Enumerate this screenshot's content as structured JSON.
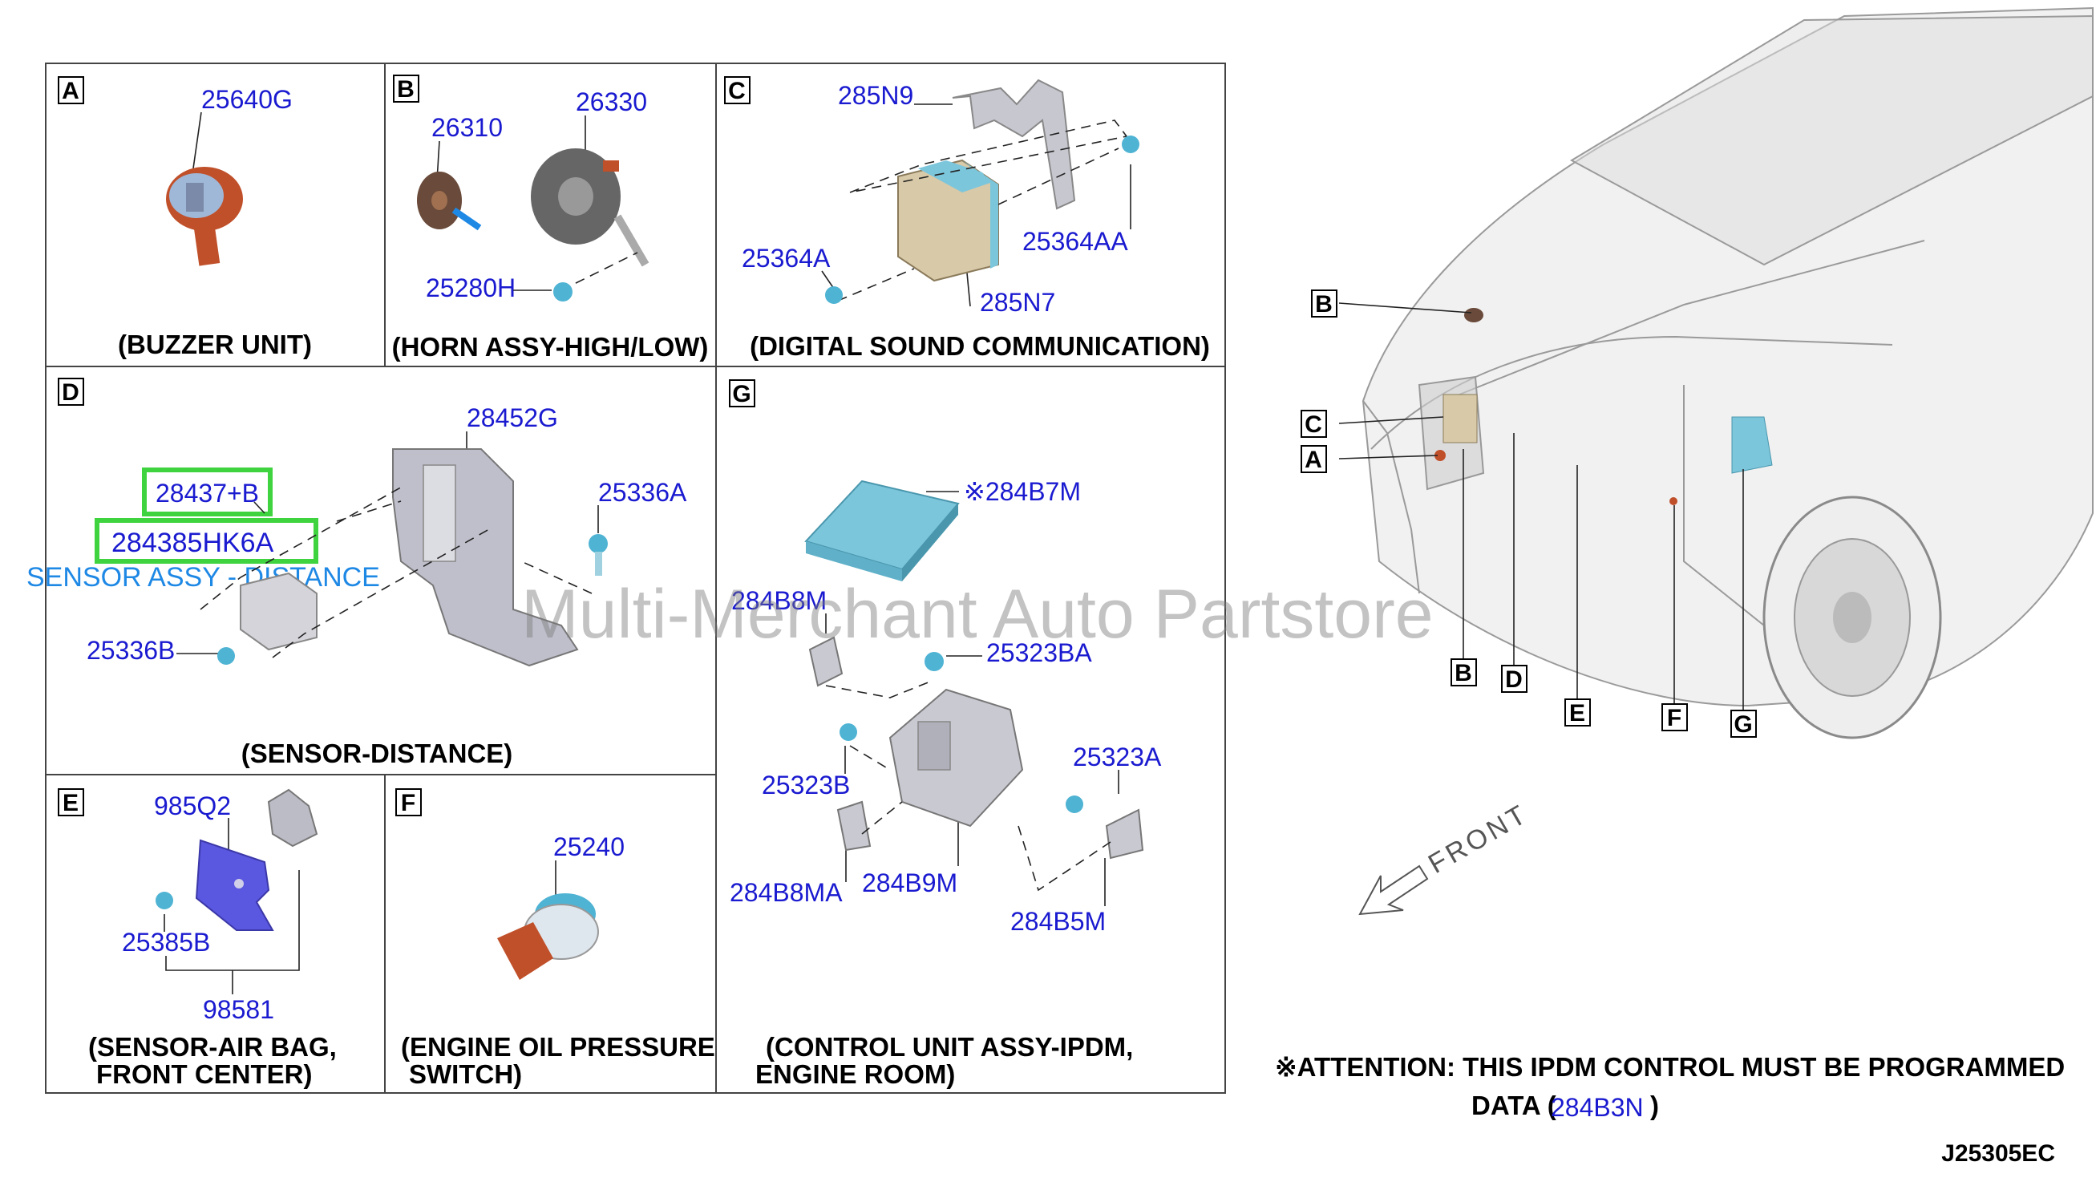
{
  "panels": {
    "A": {
      "letter": "A",
      "caption": "(BUZZER UNIT)",
      "parts": [
        "25640G"
      ]
    },
    "B": {
      "letter": "B",
      "caption": "(HORN ASSY-HIGH/LOW)",
      "parts": [
        "26310",
        "26330",
        "25280H"
      ]
    },
    "C": {
      "letter": "C",
      "caption": "(DIGITAL SOUND COMMUNICATION)",
      "parts": [
        "285N9",
        "25364A",
        "25364AA",
        "285N7"
      ]
    },
    "D": {
      "letter": "D",
      "caption": "(SENSOR-DISTANCE)",
      "parts": [
        "28452G",
        "28437+B",
        "284385HK6A",
        "25336A",
        "25336B"
      ],
      "highlight_desc": "SENSOR ASSY - DISTANCE"
    },
    "G": {
      "letter": "G",
      "caption_line1": "(CONTROL UNIT ASSY-IPDM,",
      "caption_line2": "ENGINE ROOM)",
      "parts": [
        "※284B7M",
        "284B8M",
        "25323BA",
        "25323B",
        "25323A",
        "284B8MA",
        "284B9M",
        "284B5M"
      ]
    },
    "E": {
      "letter": "E",
      "caption_line1": "(SENSOR-AIR BAG,",
      "caption_line2": "FRONT CENTER)",
      "parts": [
        "985Q2",
        "25385B",
        "98581"
      ]
    },
    "F": {
      "letter": "F",
      "caption_line1": "(ENGINE OIL PRESSURE",
      "caption_line2": "SWITCH)",
      "parts": [
        "25240"
      ]
    }
  },
  "car_callouts": [
    "B",
    "C",
    "A",
    "B",
    "D",
    "E",
    "F",
    "G"
  ],
  "front_label": "FRONT",
  "attention": {
    "line1": "※ATTENTION: THIS IPDM CONTROL MUST BE PROGRAMMED",
    "line2_prefix": "DATA (",
    "part": "284B3N",
    "line2_suffix": ")"
  },
  "diagram_code": "J25305EC",
  "watermark": "Multi-Merchant Auto Partstore",
  "colors": {
    "part_number": "#1a1ad0",
    "highlight_box": "#3fd43f",
    "part_desc": "#1e88e5",
    "component_blue": "#79c6dc",
    "component_orange": "#c0502a",
    "bracket_purple": "#5a57e0"
  }
}
